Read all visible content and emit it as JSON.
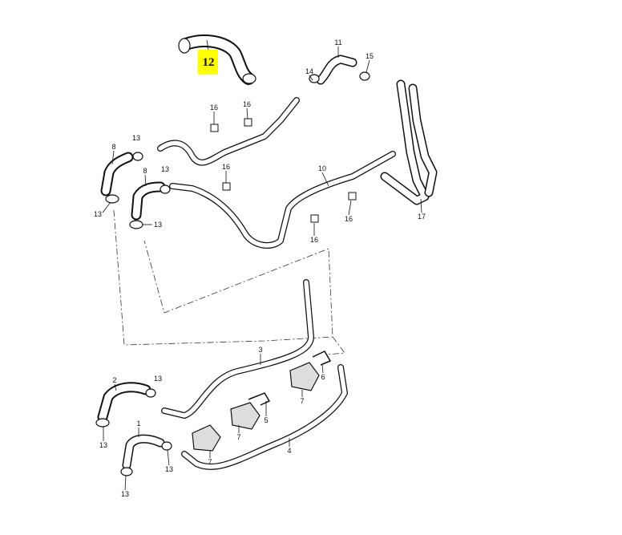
{
  "diagram": {
    "highlight_color": "#ffff00",
    "highlighted_part": "12",
    "callouts": [
      "12",
      "11",
      "15",
      "14",
      "16",
      "16",
      "13",
      "8",
      "8",
      "13",
      "16",
      "10",
      "16",
      "16",
      "17",
      "13",
      "13",
      "3",
      "2",
      "13",
      "6",
      "5",
      "7",
      "7",
      "7",
      "1",
      "13",
      "13",
      "4",
      "13"
    ]
  }
}
